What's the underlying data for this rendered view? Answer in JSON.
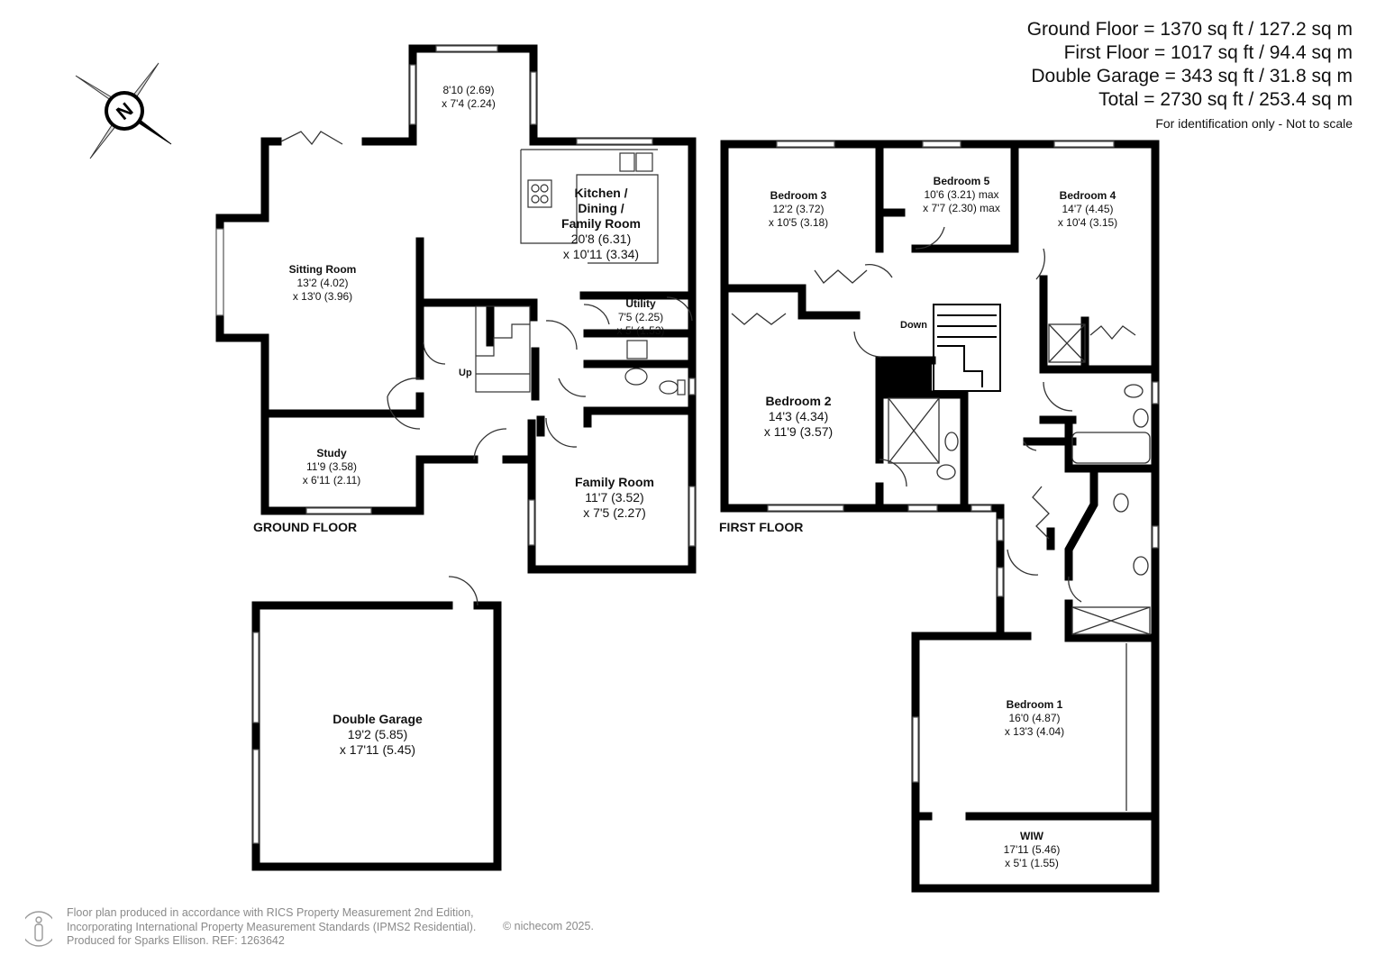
{
  "summary": {
    "ground_floor": "Ground Floor = 1370 sq ft / 127.2 sq m",
    "first_floor": "First Floor = 1017 sq ft / 94.4 sq m",
    "double_garage": "Double Garage = 343 sq ft / 31.8 sq m",
    "total": "Total = 2730 sq ft / 253.4 sq m",
    "note": "For identification only - Not to scale"
  },
  "labels": {
    "ground_floor": "GROUND FLOOR",
    "first_floor": "FIRST FLOOR",
    "up": "Up",
    "down": "Down"
  },
  "compass_letter": "N",
  "rooms": {
    "bay": {
      "name": "",
      "dim1": "8'10 (2.69)",
      "dim2": "x 7'4 (2.24)"
    },
    "kitchen": {
      "name1": "Kitchen /",
      "name2": "Dining /",
      "name3": "Family Room",
      "dim1": "20'8 (6.31)",
      "dim2": "x 10'11 (3.34)"
    },
    "sitting": {
      "name": "Sitting Room",
      "dim1": "13'2 (4.02)",
      "dim2": "x 13'0 (3.96)"
    },
    "utility": {
      "name": "Utility",
      "dim1": "7'5 (2.25)",
      "dim2": "x 5' (1.53)"
    },
    "study": {
      "name": "Study",
      "dim1": "11'9 (3.58)",
      "dim2": "x 6'11 (2.11)"
    },
    "family": {
      "name": "Family Room",
      "dim1": "11'7 (3.52)",
      "dim2": "x 7'5 (2.27)"
    },
    "garage": {
      "name": "Double Garage",
      "dim1": "19'2 (5.85)",
      "dim2": "x 17'11 (5.45)"
    },
    "bed3": {
      "name": "Bedroom 3",
      "dim1": "12'2 (3.72)",
      "dim2": "x 10'5 (3.18)"
    },
    "bed5": {
      "name": "Bedroom 5",
      "dim1": "10'6 (3.21) max",
      "dim2": "x 7'7 (2.30) max"
    },
    "bed4": {
      "name": "Bedroom 4",
      "dim1": "14'7 (4.45)",
      "dim2": "x 10'4 (3.15)"
    },
    "bed2": {
      "name": "Bedroom 2",
      "dim1": "14'3 (4.34)",
      "dim2": "x 11'9 (3.57)"
    },
    "bed1": {
      "name": "Bedroom 1",
      "dim1": "16'0 (4.87)",
      "dim2": "x 13'3 (4.04)"
    },
    "wiw": {
      "name": "WIW",
      "dim1": "17'11 (5.46)",
      "dim2": "x 5'1 (1.55)"
    }
  },
  "footer": {
    "line1": "Floor plan produced in accordance with RICS Property Measurement 2nd Edition,",
    "line2": "Incorporating International Property Measurement Standards (IPMS2 Residential).",
    "line3": "Produced for Sparks Ellison.   REF: 1263642",
    "copyright": "© nichecom 2025."
  },
  "colors": {
    "wall": "#000000",
    "text": "#1a1a1a",
    "footer": "#8a8a8a"
  }
}
